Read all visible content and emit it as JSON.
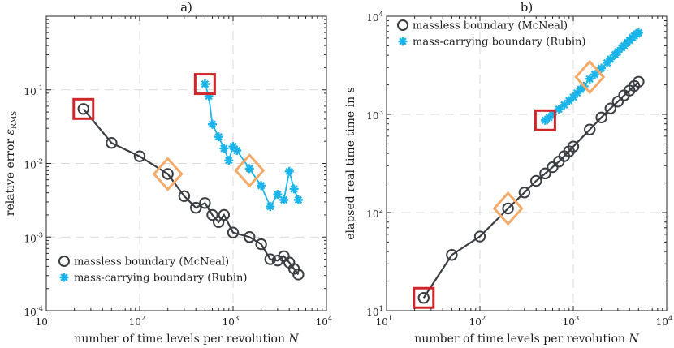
{
  "chart_data": [
    {
      "type": "line",
      "title": "a)",
      "xlabel": "number of time levels per revolution N",
      "ylabel": "relative error ε_RMS",
      "xscale": "log",
      "yscale": "log",
      "xlim": [
        10,
        10000
      ],
      "ylim": [
        0.0001,
        1
      ],
      "grid": true,
      "legend_position": "bottom-left",
      "x_ticks": [
        {
          "base": "10",
          "exp": "1"
        },
        {
          "base": "10",
          "exp": "2"
        },
        {
          "base": "10",
          "exp": "3"
        },
        {
          "base": "10",
          "exp": "4"
        }
      ],
      "y_ticks": [
        {
          "base": "10",
          "exp": "-4"
        },
        {
          "base": "10",
          "exp": "-3"
        },
        {
          "base": "10",
          "exp": "-2"
        },
        {
          "base": "10",
          "exp": "-1"
        }
      ],
      "series": [
        {
          "name": "massless boundary (McNeal)",
          "color": "#3a3d42",
          "marker": "circle",
          "x": [
            25,
            50,
            100,
            200,
            300,
            400,
            500,
            600,
            700,
            800,
            1000,
            1500,
            2000,
            2500,
            3000,
            3500,
            4000,
            4500,
            5000
          ],
          "y": [
            0.055,
            0.019,
            0.0125,
            0.0072,
            0.0036,
            0.0025,
            0.0029,
            0.002,
            0.0016,
            0.002,
            0.00115,
            0.001,
            0.0008,
            0.0005,
            0.00048,
            0.00055,
            0.00045,
            0.00037,
            0.00031
          ]
        },
        {
          "name": "mass-carrying boundary (Rubin)",
          "color": "#1ab4ea",
          "marker": "asterisk",
          "x": [
            500,
            550,
            600,
            700,
            800,
            900,
            1000,
            1100,
            1500,
            2000,
            2500,
            3000,
            3500,
            4000,
            4500,
            5000
          ],
          "y": [
            0.12,
            0.082,
            0.034,
            0.023,
            0.016,
            0.011,
            0.017,
            0.015,
            0.0085,
            0.005,
            0.0026,
            0.0038,
            0.0032,
            0.0078,
            0.0045,
            0.0032
          ]
        }
      ],
      "highlights": [
        {
          "shape": "square",
          "color": "#d0252a",
          "x": 25,
          "y": 0.055
        },
        {
          "shape": "square",
          "color": "#d0252a",
          "x": 500,
          "y": 0.12
        },
        {
          "shape": "diamond",
          "color": "#f4ab6a",
          "x": 200,
          "y": 0.0072
        },
        {
          "shape": "diamond",
          "color": "#f4ab6a",
          "x": 1500,
          "y": 0.008
        }
      ]
    },
    {
      "type": "line",
      "title": "b)",
      "xlabel": "number of time levels per revolution N",
      "ylabel": "elapsed real time time in s",
      "xscale": "log",
      "yscale": "log",
      "xlim": [
        10,
        10000
      ],
      "ylim": [
        10,
        10000
      ],
      "grid": true,
      "legend_position": "top-left",
      "x_ticks": [
        {
          "base": "10",
          "exp": "1"
        },
        {
          "base": "10",
          "exp": "2"
        },
        {
          "base": "10",
          "exp": "3"
        },
        {
          "base": "10",
          "exp": "4"
        }
      ],
      "y_ticks": [
        {
          "base": "10",
          "exp": "1"
        },
        {
          "base": "10",
          "exp": "2"
        },
        {
          "base": "10",
          "exp": "3"
        },
        {
          "base": "10",
          "exp": "4"
        }
      ],
      "series": [
        {
          "name": "massless boundary (McNeal)",
          "color": "#3a3d42",
          "marker": "circle",
          "x": [
            25,
            50,
            100,
            200,
            300,
            400,
            500,
            600,
            700,
            800,
            900,
            1000,
            1500,
            2000,
            2500,
            3000,
            3500,
            4000,
            4500,
            5000
          ],
          "y": [
            13.5,
            37,
            57,
            110,
            160,
            210,
            250,
            290,
            330,
            375,
            420,
            470,
            700,
            930,
            1150,
            1350,
            1560,
            1750,
            1950,
            2150
          ]
        },
        {
          "name": "mass-carrying boundary (Rubin)",
          "color": "#1ab4ea",
          "marker": "asterisk",
          "x": [
            500,
            550,
            600,
            700,
            800,
            900,
            1000,
            1100,
            1200,
            1300,
            1500,
            1700,
            2000,
            2300,
            2500,
            2800,
            3000,
            3300,
            3500,
            3800,
            4000,
            4300,
            4500,
            4800,
            5000
          ],
          "y": [
            870,
            930,
            1000,
            1130,
            1250,
            1380,
            1500,
            1650,
            1800,
            1930,
            2300,
            2550,
            2950,
            3350,
            3650,
            4050,
            4350,
            4750,
            5000,
            5400,
            5700,
            6050,
            6300,
            6600,
            6800
          ]
        }
      ],
      "highlights": [
        {
          "shape": "square",
          "color": "#d0252a",
          "x": 25,
          "y": 13.5
        },
        {
          "shape": "square",
          "color": "#d0252a",
          "x": 500,
          "y": 870
        },
        {
          "shape": "diamond",
          "color": "#f4ab6a",
          "x": 200,
          "y": 110
        },
        {
          "shape": "diamond",
          "color": "#f4ab6a",
          "x": 1500,
          "y": 2400
        }
      ]
    }
  ]
}
